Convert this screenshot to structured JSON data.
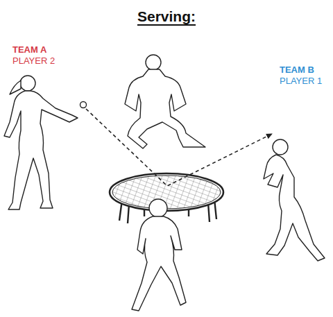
{
  "diagram": {
    "title": "Serving:",
    "labels": [
      "TEAM A",
      "PLAYER 2",
      "TEAM B",
      "PLAYER 1"
    ]
  }
}
